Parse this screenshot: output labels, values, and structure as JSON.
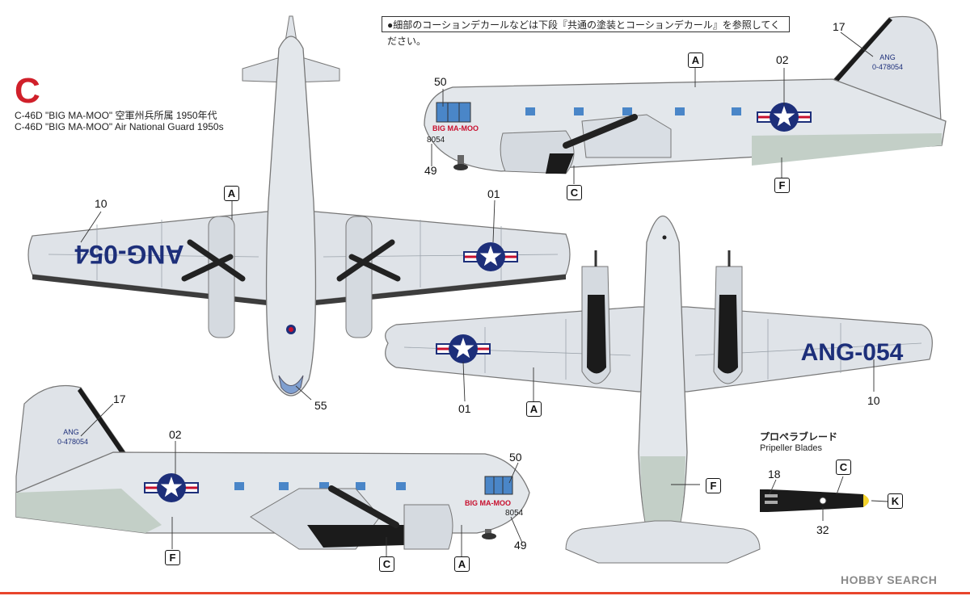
{
  "note": "●細部のコーションデカールなどは下段『共通の塗装とコーションデカール』を参照してください。",
  "variant_letter": "C",
  "caption_ja": "C-46D \"BIG MA-MOO\" 空軍州兵所属 1950年代",
  "caption_en": "C-46D \"BIG MA-MOO\" Air National Guard 1950s",
  "blades_title_ja": "プロペラブレード",
  "blades_title_en": "Pripeller Blades",
  "brand": "HOBBY SEARCH",
  "aircraft_text": {
    "serial_tail": "ANG",
    "serial_number": "0-478054",
    "nose_name": "BIG MA-MOO",
    "nose_number": "8054",
    "wing_code": "ANG-054"
  },
  "callouts": {
    "c10a": "10",
    "c01a": "01",
    "c55": "55",
    "c50a": "50",
    "c49a": "49",
    "c02a": "02",
    "c17a": "17",
    "c01b": "01",
    "c10b": "10",
    "c17b": "17",
    "c02b": "02",
    "c50b": "50",
    "c49b": "49",
    "c18": "18",
    "c32": "32"
  },
  "paint_codes": {
    "A": "A",
    "C": "C",
    "F": "F",
    "K": "K"
  },
  "colors": {
    "fuselage": "#dfe3e8",
    "panel": "#b9c0c8",
    "anti_glare": "#1b1b1b",
    "lower_green": "#c3cfc7",
    "insignia_blue": "#1d2f7a",
    "insignia_red": "#c8102e",
    "window_blue": "#4a86c8",
    "accent_red": "#d0202a"
  }
}
